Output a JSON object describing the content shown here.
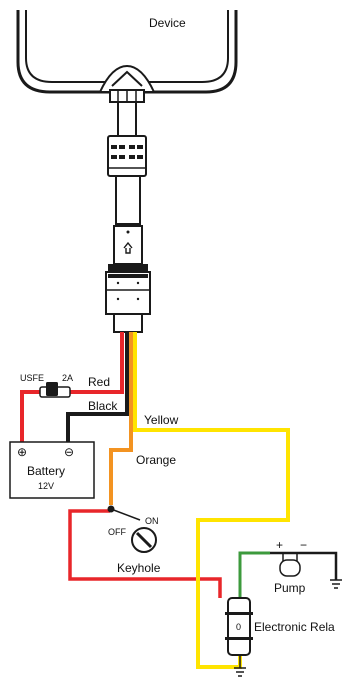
{
  "device": {
    "label": "Device"
  },
  "fuse": {
    "label": "USFE",
    "rating": "2A"
  },
  "battery": {
    "label": "Battery",
    "voltage": "12V",
    "plus_symbol": "⊕",
    "minus_symbol": "⊖"
  },
  "wires": [
    {
      "name": "red",
      "label": "Red",
      "color": "#e8262a"
    },
    {
      "name": "black",
      "label": "Black",
      "color": "#1a1a1a"
    },
    {
      "name": "yellow",
      "label": "Yellow",
      "color": "#ffe400"
    },
    {
      "name": "orange",
      "label": "Orange",
      "color": "#f39321"
    },
    {
      "name": "green",
      "label": "",
      "color": "#3c9a3c"
    }
  ],
  "keyhole": {
    "label": "Keyhole",
    "off_label": "OFF",
    "on_label": "ON"
  },
  "pump": {
    "label": "Pump",
    "plus": "+",
    "minus": "−"
  },
  "relay": {
    "label": "Electronic Rela",
    "marker": "0"
  }
}
